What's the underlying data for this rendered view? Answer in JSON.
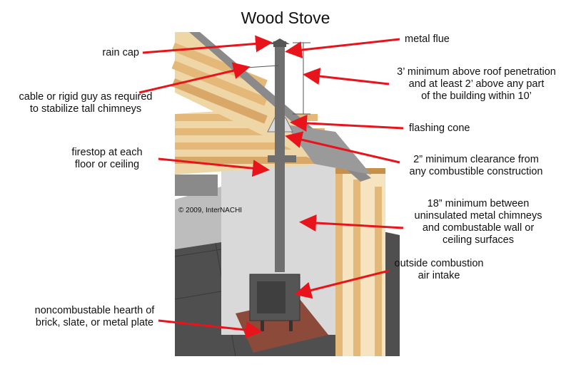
{
  "title": "Wood Stove",
  "copyright": "© 2009, InterNACHI",
  "labels": {
    "rain_cap": "rain cap",
    "guy_line1": "cable or rigid guy as required",
    "guy_line2": "to stabilize tall chimneys",
    "firestop_line1": "firestop at each",
    "firestop_line2": "floor or ceiling",
    "hearth_line1": "noncombustable hearth of",
    "hearth_line2": "brick, slate, or metal plate",
    "flue": "metal flue",
    "height_line1": "3’ minimum above roof penetration",
    "height_line2": "and at least 2’ above any part",
    "height_line3": "of the building within 10’",
    "flashing": "flashing cone",
    "clearance_line1": "2” minimum clearance from",
    "clearance_line2": "any combustible construction",
    "wall_line1": "18” minimum between",
    "wall_line2": "uninsulated metal chimneys",
    "wall_line3": "and combustable wall or",
    "wall_line4": "ceiling surfaces",
    "air_line1": "outside combustion",
    "air_line2": "air intake"
  },
  "colors": {
    "arrow": "#e8141b",
    "wood": "#e3b878",
    "wood_dark": "#c7904a",
    "roof": "#8a8a8a",
    "floor": "#4a4a4a",
    "wall": "#d8d8d8",
    "pipe": "#6e6e6e",
    "brick": "#8b4a3a"
  }
}
